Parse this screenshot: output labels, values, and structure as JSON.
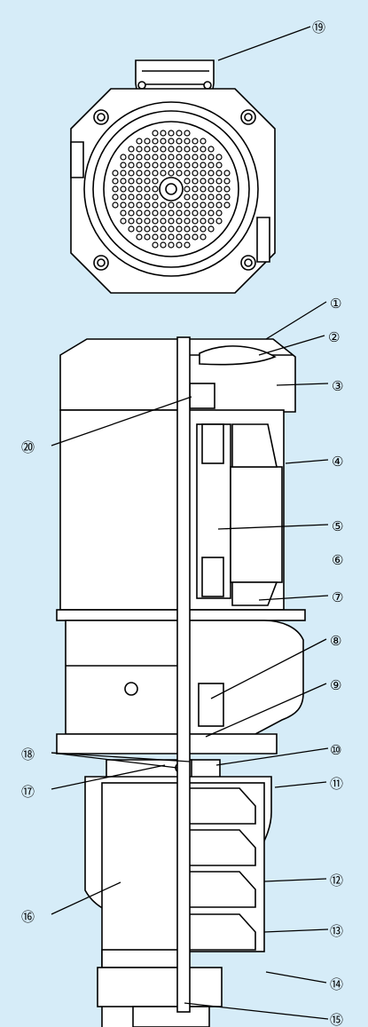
{
  "diagram": {
    "labels": [
      {
        "id": "1",
        "text": "①"
      },
      {
        "id": "2",
        "text": "②"
      },
      {
        "id": "3",
        "text": "③"
      },
      {
        "id": "4",
        "text": "④"
      },
      {
        "id": "5",
        "text": "⑤"
      },
      {
        "id": "6",
        "text": "⑥"
      },
      {
        "id": "7",
        "text": "⑦"
      },
      {
        "id": "8",
        "text": "⑧"
      },
      {
        "id": "9",
        "text": "⑨"
      },
      {
        "id": "10",
        "text": "⑩"
      },
      {
        "id": "11",
        "text": "⑪"
      },
      {
        "id": "12",
        "text": "⑫"
      },
      {
        "id": "13",
        "text": "⑬"
      },
      {
        "id": "14",
        "text": "⑭"
      },
      {
        "id": "15",
        "text": "⑮"
      },
      {
        "id": "16",
        "text": "⑯"
      },
      {
        "id": "17",
        "text": "⑰"
      },
      {
        "id": "18",
        "text": "⑱"
      },
      {
        "id": "19",
        "text": "⑲"
      },
      {
        "id": "20",
        "text": "⑳"
      }
    ],
    "colors": {
      "background": "#d6ecf8",
      "body_fill": "#ffffff",
      "line": "#000000"
    }
  }
}
